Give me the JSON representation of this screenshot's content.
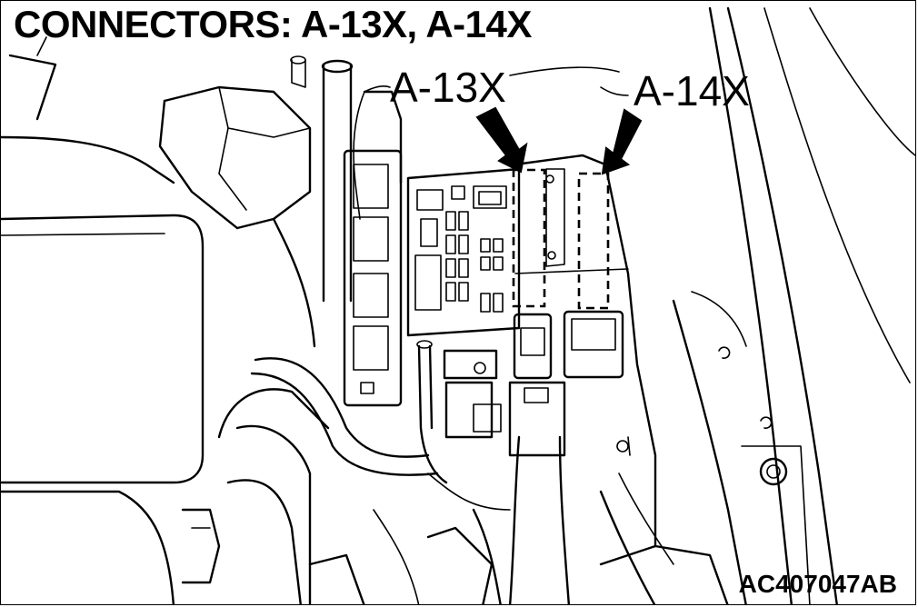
{
  "title": "CONNECTORS: A-13X, A-14X",
  "callouts": {
    "left": "A-13X",
    "right": "A-14X"
  },
  "figure_code": "AC407047AB",
  "colors": {
    "line": "#000000",
    "background": "#ffffff"
  }
}
